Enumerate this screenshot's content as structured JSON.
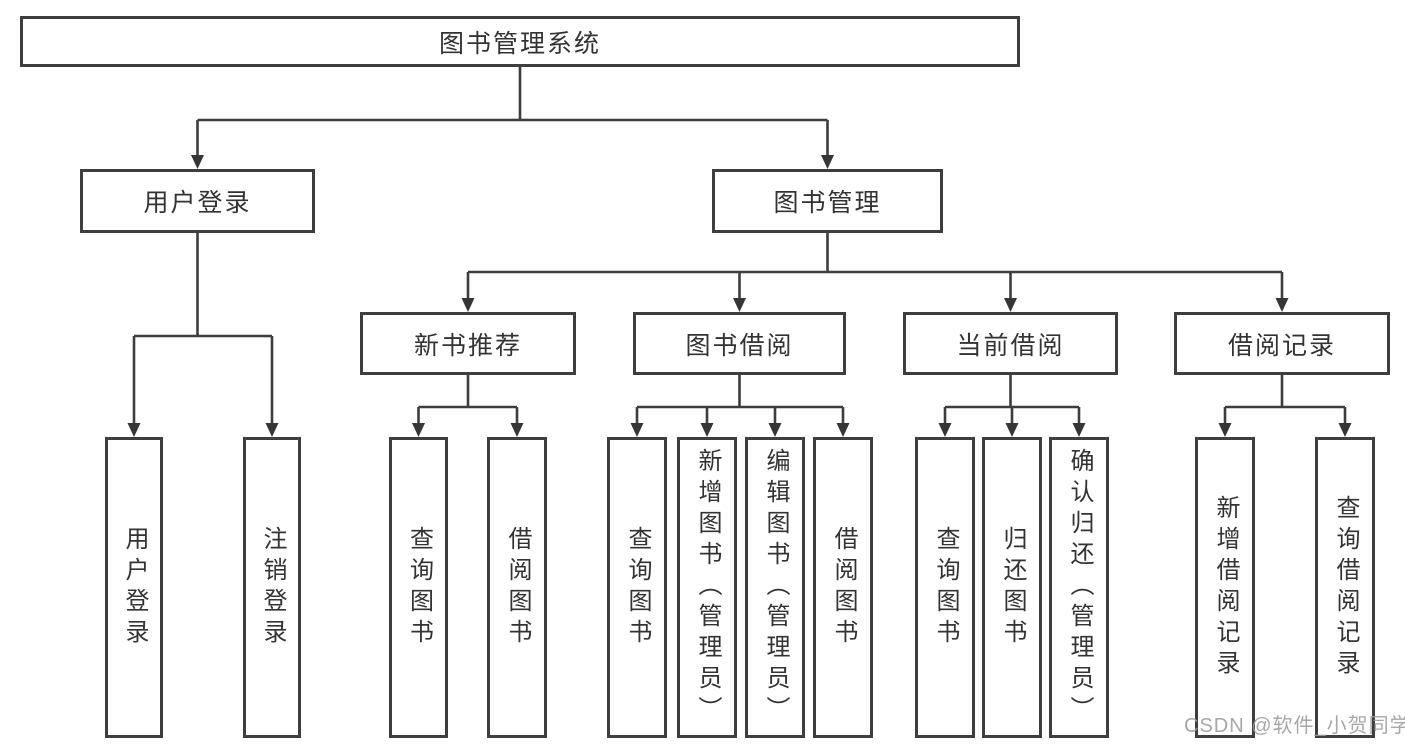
{
  "tree": {
    "root": {
      "label": "图书管理系统"
    },
    "branches": [
      {
        "label": "用户登录",
        "children": [
          {
            "label": "用户登录"
          },
          {
            "label": "注销登录"
          }
        ]
      },
      {
        "label": "图书管理",
        "children": [
          {
            "label": "新书推荐",
            "children": [
              {
                "label": "查询图书"
              },
              {
                "label": "借阅图书"
              }
            ]
          },
          {
            "label": "图书借阅",
            "children": [
              {
                "label": "查询图书"
              },
              {
                "label": "新增图书（管理员）"
              },
              {
                "label": "编辑图书（管理员）"
              },
              {
                "label": "借阅图书"
              }
            ]
          },
          {
            "label": "当前借阅",
            "children": [
              {
                "label": "查询图书"
              },
              {
                "label": "归还图书"
              },
              {
                "label": "确认归还（管理员）"
              }
            ]
          },
          {
            "label": "借阅记录",
            "children": [
              {
                "label": "新增借阅记录"
              },
              {
                "label": "查询借阅记录"
              }
            ]
          }
        ]
      }
    ]
  },
  "watermark": {
    "text": "CSDN @软件_小贺同学"
  },
  "colors": {
    "background": "#ffffff",
    "box_border": "#3e3e3e",
    "line": "#3d3d3d",
    "arrow": "#363636",
    "text": "#333333",
    "watermark": "#9e9e9e"
  }
}
